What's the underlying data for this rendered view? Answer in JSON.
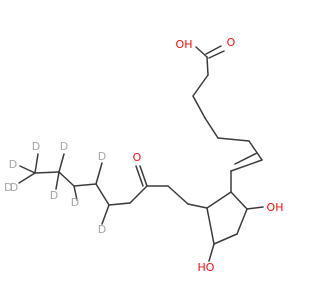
{
  "molecule": {
    "atom_labels": {
      "acid_oh": "OH",
      "acid_carbonyl_o": "O",
      "ketone_o": "O",
      "ring_oh_right": "OH",
      "ring_oh_bottom": "HO",
      "d1": "D",
      "d2": "D",
      "d3": "D",
      "d4": "D",
      "d5": "D",
      "d6": "D",
      "d7": "D",
      "d8": "D",
      "d9": "D"
    },
    "colors": {
      "bond": "#3b3b3b",
      "oxygen": "#ff0d0d",
      "deuterium": "#a6a6a6",
      "hydroxyl_h": "#3b3b3b"
    }
  }
}
